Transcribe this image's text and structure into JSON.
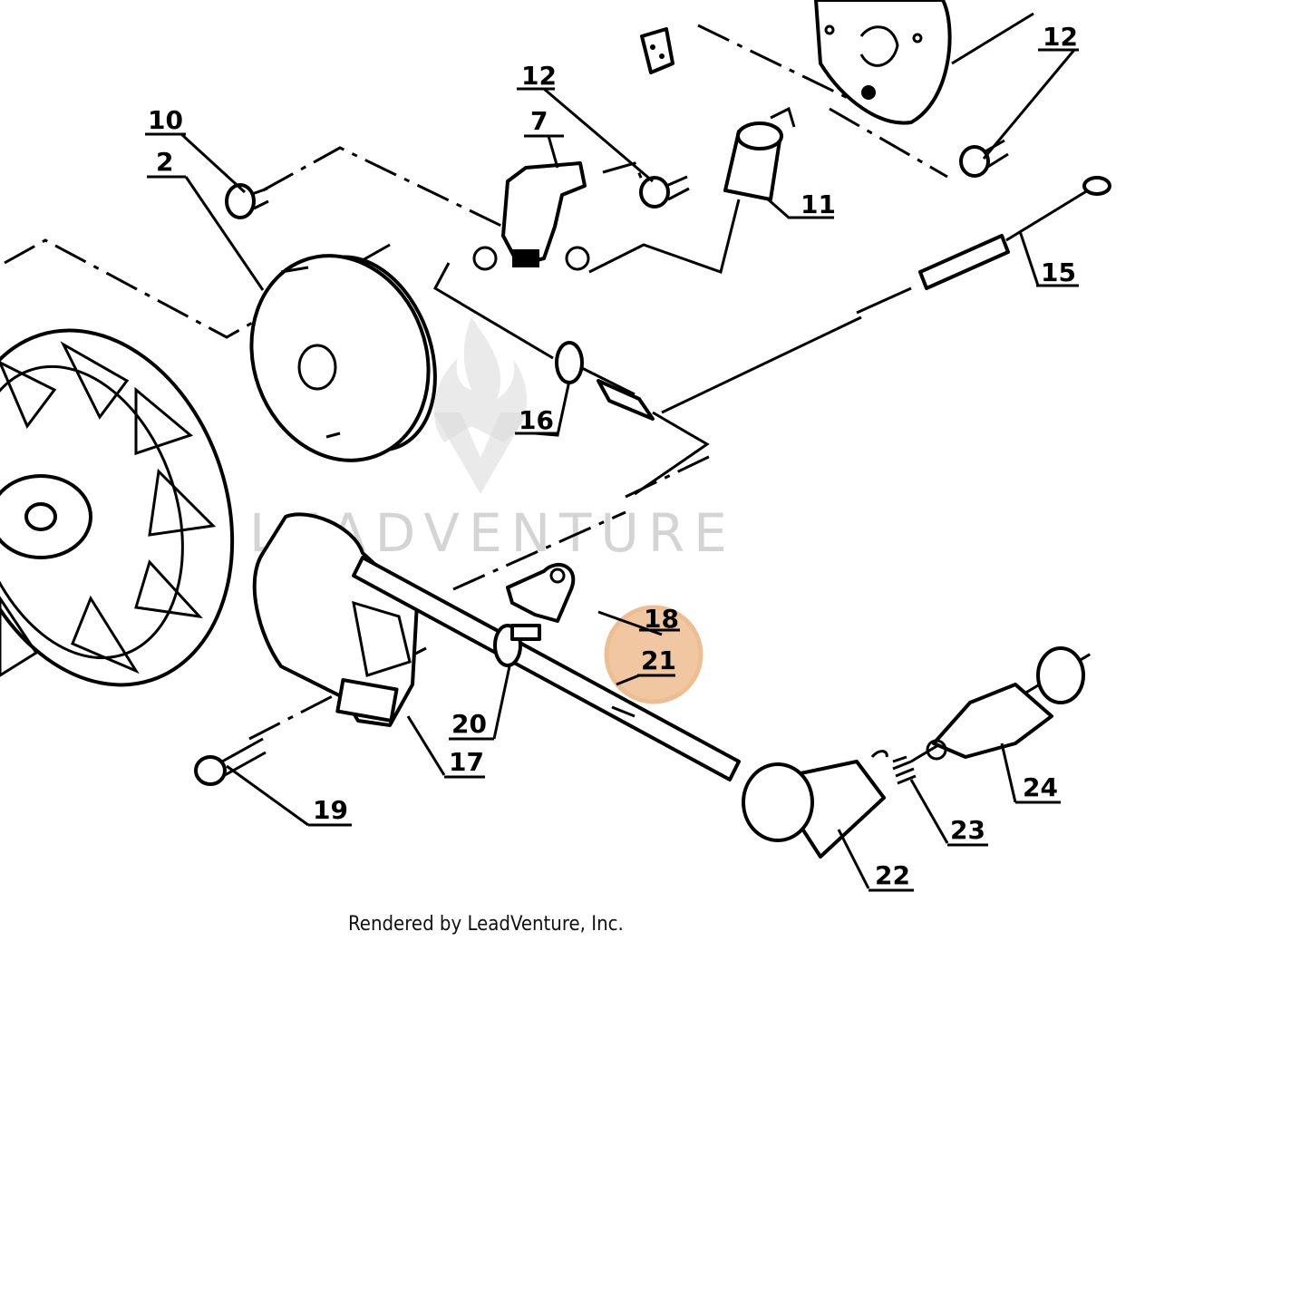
{
  "watermark": {
    "text": "LEADVENTURE"
  },
  "footer": {
    "text": "Rendered by LeadVenture, Inc."
  },
  "highlight": {
    "part": "21",
    "color": "#e69a55"
  },
  "callouts": [
    {
      "id": "c10",
      "label": "10"
    },
    {
      "id": "c2",
      "label": "2"
    },
    {
      "id": "c12a",
      "label": "12"
    },
    {
      "id": "c7",
      "label": "7"
    },
    {
      "id": "c12b",
      "label": "12"
    },
    {
      "id": "c11",
      "label": "11"
    },
    {
      "id": "c15",
      "label": "15"
    },
    {
      "id": "c16",
      "label": "16"
    },
    {
      "id": "c18",
      "label": "18"
    },
    {
      "id": "c21",
      "label": "21"
    },
    {
      "id": "c20",
      "label": "20"
    },
    {
      "id": "c17",
      "label": "17"
    },
    {
      "id": "c19",
      "label": "19"
    },
    {
      "id": "c24",
      "label": "24"
    },
    {
      "id": "c23",
      "label": "23"
    },
    {
      "id": "c22",
      "label": "22"
    }
  ]
}
